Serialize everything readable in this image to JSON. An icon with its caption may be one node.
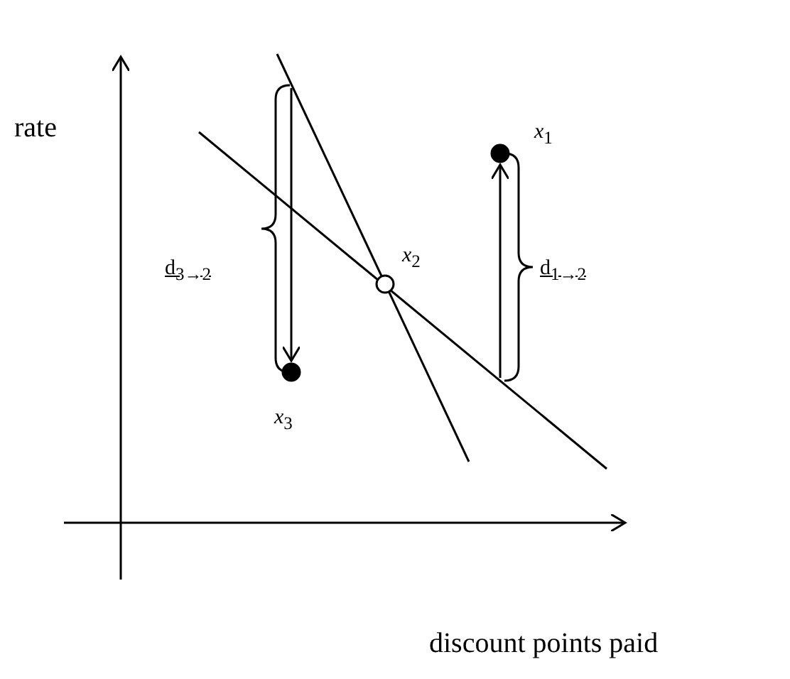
{
  "diagram": {
    "nodes": [
      {
        "text": [
          "*x*$_{1}$"
        ]
      },
      {
        "text": [
          "*x*$_{2}$"
        ]
      },
      {
        "text": [
          "*x*$_{3}$"
        ]
      }
    ],
    "edges": [
      {
        "from": null,
        "to": 0,
        "arrow": "to"
      },
      {
        "from": null,
        "to": 2,
        "arrow": "to"
      }
    ],
    "labels": [
      "rate",
      "d$_{3→2}$",
      "d$_{1→2}$",
      "discount points paid"
    ]
  }
}
